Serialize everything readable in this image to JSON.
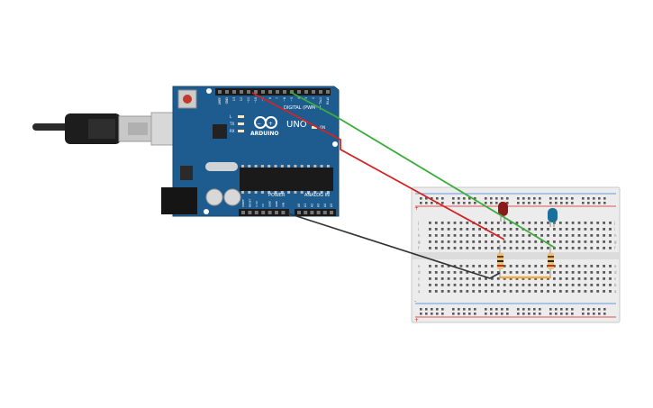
{
  "board": {
    "brand": "ARDUINO",
    "model": "UNO",
    "digital_label": "DIGITAL (PWM~)",
    "power_label": "POWER",
    "analog_label": "ANALOG IN",
    "top_pins": [
      "AREF",
      "GND",
      "13",
      "12",
      "~11",
      "~10",
      "~9",
      "8",
      "7",
      "~6",
      "~5",
      "4",
      "~3",
      "2",
      "TX▸1",
      "RX◂0"
    ],
    "power_pins": [
      "IOREF",
      "RESET",
      "3.3V",
      "5V",
      "GND",
      "GND",
      "VIN"
    ],
    "analog_pins": [
      "A0",
      "A1",
      "A2",
      "A3",
      "A4",
      "A5"
    ],
    "led_labels": [
      "L",
      "TX",
      "RX"
    ],
    "on_label": "ON"
  },
  "breadboard": {
    "rail_plus": "+",
    "rail_minus": "-",
    "row_letters_top": [
      "j",
      "i",
      "h",
      "g",
      "f"
    ],
    "row_letters_bottom": [
      "e",
      "d",
      "c",
      "b",
      "a"
    ],
    "columns": 30
  },
  "colors": {
    "board": "#1e5c8f",
    "wire_red": "#d42323",
    "wire_green": "#3cad3c",
    "wire_black": "#333333",
    "wire_orange": "#f2a93b",
    "led_red": "#8b1a1a",
    "led_blue": "#1a6f9c"
  }
}
